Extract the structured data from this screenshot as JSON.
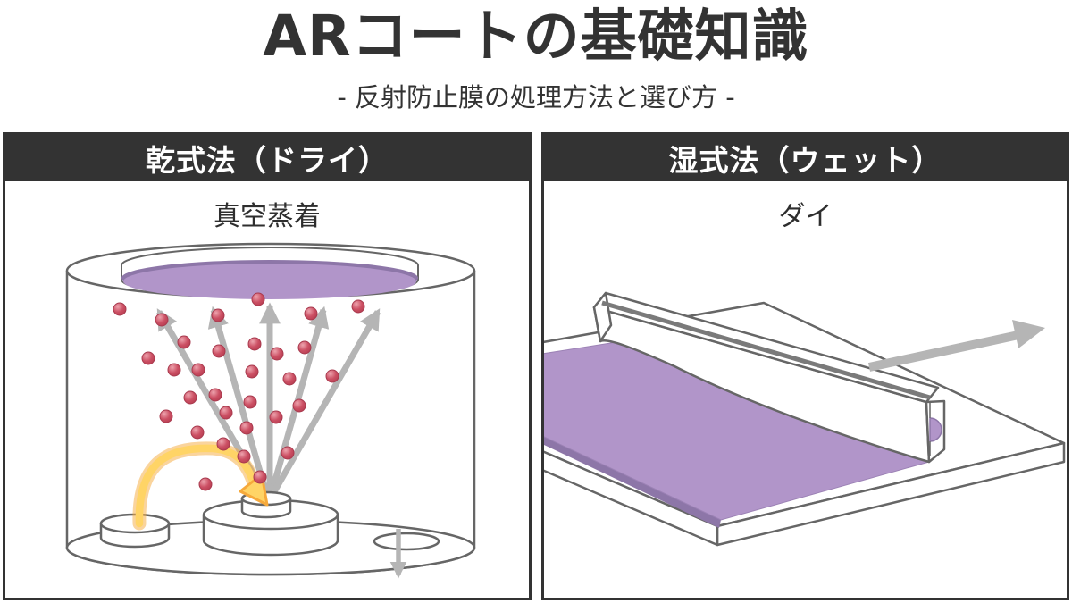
{
  "title": "ARコートの基礎知識",
  "subtitle": "- 反射防止膜の処理方法と選び方 -",
  "panels": {
    "dry": {
      "header": "乾式法（ドライ）",
      "label": "真空蒸着"
    },
    "wet": {
      "header": "湿式法（ウェット）",
      "label": "ダイ"
    }
  },
  "colors": {
    "header_bg": "#333333",
    "header_text": "#ffffff",
    "outline_gray": "#666666",
    "coating_purple": "#b195c9",
    "coating_purple_dark": "#8d76a8",
    "particle_red": "#cc5064",
    "particle_red_dark": "#a83a4e",
    "arrow_gray": "#b5b5b5",
    "beam_yellow": "#ffd466",
    "beam_orange": "#f6a93b"
  }
}
